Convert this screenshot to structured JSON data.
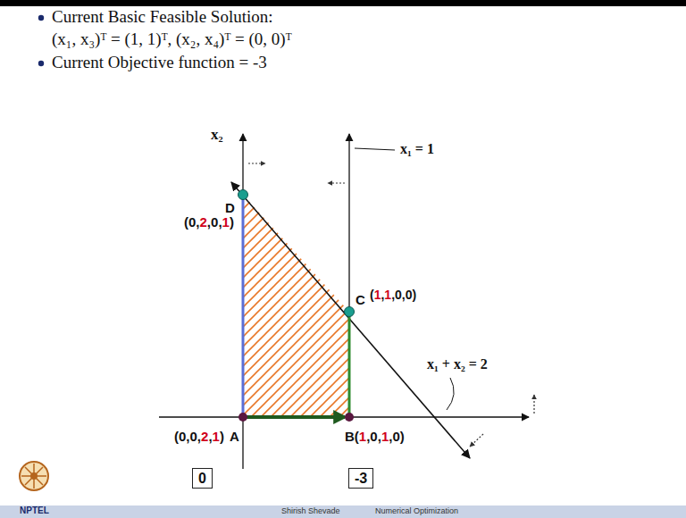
{
  "diagram": {
    "nodes": [
      {
        "text": [
          "0"
        ]
      },
      {
        "text": [
          "-3"
        ]
      }
    ],
    "labels": [
      "Current Basic Feasible Solution:",
      "(x₁, x₃)ᵀ = (1, 1)ᵀ, (x₂, x₄)ᵀ = (0, 0)ᵀ",
      "Current Objective function = -3",
      "x₂",
      "x₁ = 1",
      "D",
      "(0,2,0,1)",
      "C",
      "(1,1,0,0)",
      "x₁ + x₂ = 2",
      "(0,0,2,1)",
      "A",
      "B(1,0,1,0)",
      "NPTEL",
      "Shirish Shevade",
      "Numerical Optimization"
    ]
  }
}
